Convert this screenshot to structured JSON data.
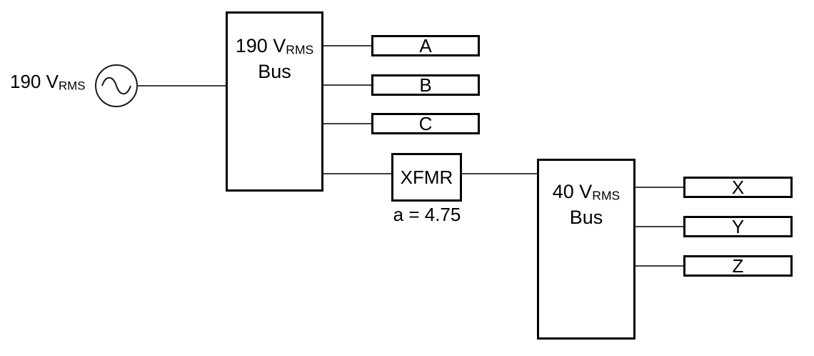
{
  "source": {
    "label_main": "190 V",
    "label_sub": "RMS"
  },
  "bus1": {
    "label_main": "190 V",
    "label_sub": "RMS",
    "label_line2": "Bus",
    "loads": [
      "A",
      "B",
      "C"
    ]
  },
  "transformer": {
    "label": "XFMR",
    "ratio": "a = 4.75"
  },
  "bus2": {
    "label_main": "40 V",
    "label_sub": "RMS",
    "label_line2": "Bus",
    "loads": [
      "X",
      "Y",
      "Z"
    ]
  },
  "colors": {
    "line": "#000000",
    "wire": "#404040",
    "background": "#ffffff"
  }
}
